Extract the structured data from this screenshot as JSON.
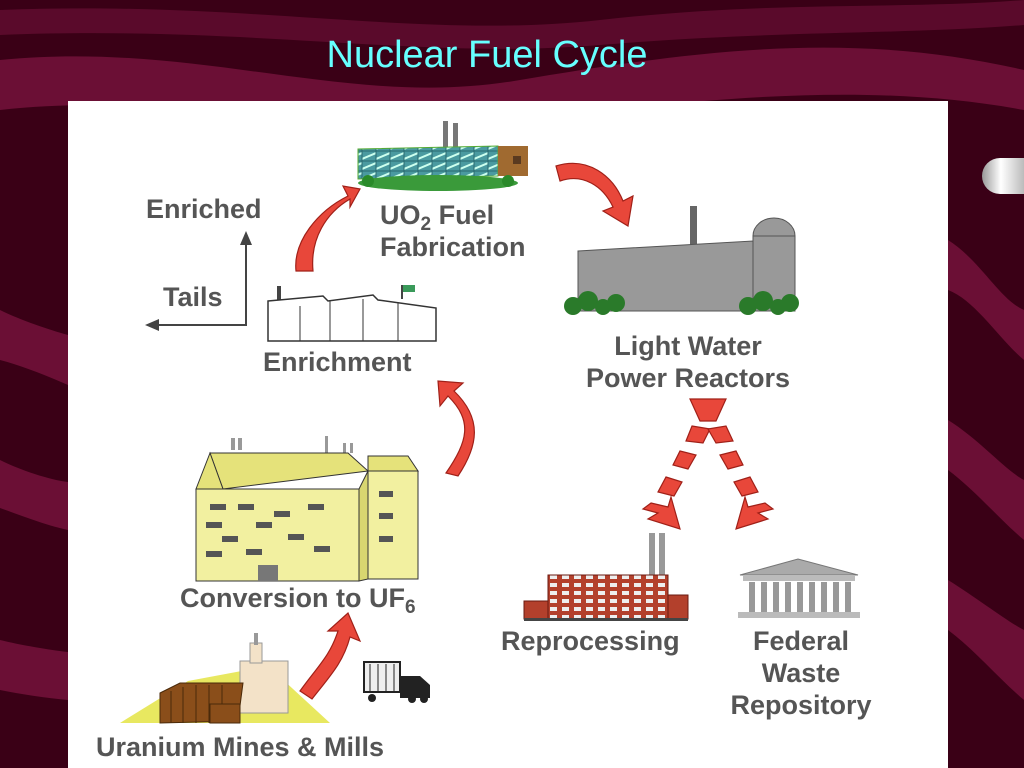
{
  "slide": {
    "title": "Nuclear Fuel Cycle",
    "background_color": "#3a0016",
    "title_color": "#66ffff"
  },
  "diagram": {
    "stages": {
      "fabrication": {
        "line1_prefix": "UO",
        "line1_sub": "2",
        "line1_suffix": " Fuel",
        "line2": "Fabrication",
        "icon": "fuel-fabrication-plant-icon"
      },
      "reactors": {
        "line1": "Light Water",
        "line2": "Power Reactors",
        "icon": "power-reactor-icon"
      },
      "enrichment": {
        "label": "Enrichment",
        "icon": "enrichment-plant-icon"
      },
      "enriched": {
        "label": "Enriched"
      },
      "tails": {
        "label": "Tails"
      },
      "conversion": {
        "prefix": "Conversion to UF",
        "sub": "6",
        "icon": "conversion-plant-icon"
      },
      "reprocessing": {
        "label": "Reprocessing",
        "icon": "reprocessing-factory-icon"
      },
      "repository": {
        "line1": "Federal",
        "line2": "Waste",
        "line3": "Repository",
        "icon": "federal-building-icon"
      },
      "mines": {
        "label": "Uranium Mines & Mills",
        "icon": "uranium-mine-icon"
      }
    },
    "arrow_color": "#e8473a",
    "label_color": "#555555"
  }
}
